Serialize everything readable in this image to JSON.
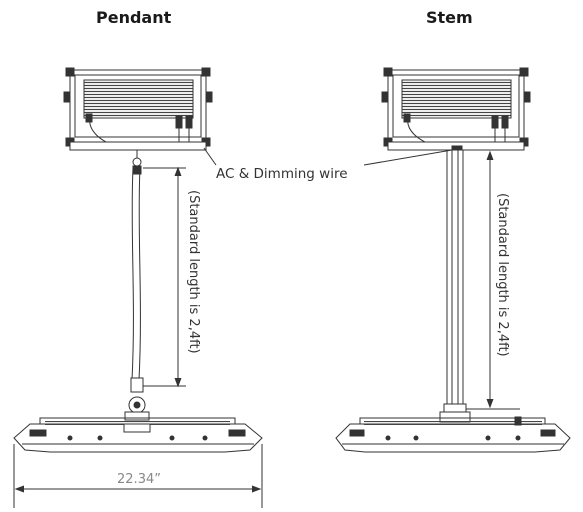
{
  "headings": {
    "pendant": "Pendant",
    "stem": "Stem"
  },
  "callouts": {
    "wire": "AC & Dimming wire",
    "pendant_length": "(Standard length is 2,4ft)",
    "stem_length": "(Standard length is 2,4ft)"
  },
  "dimensions": {
    "width": "22.34”"
  },
  "colors": {
    "line": "#333333",
    "fin": "#444444"
  }
}
